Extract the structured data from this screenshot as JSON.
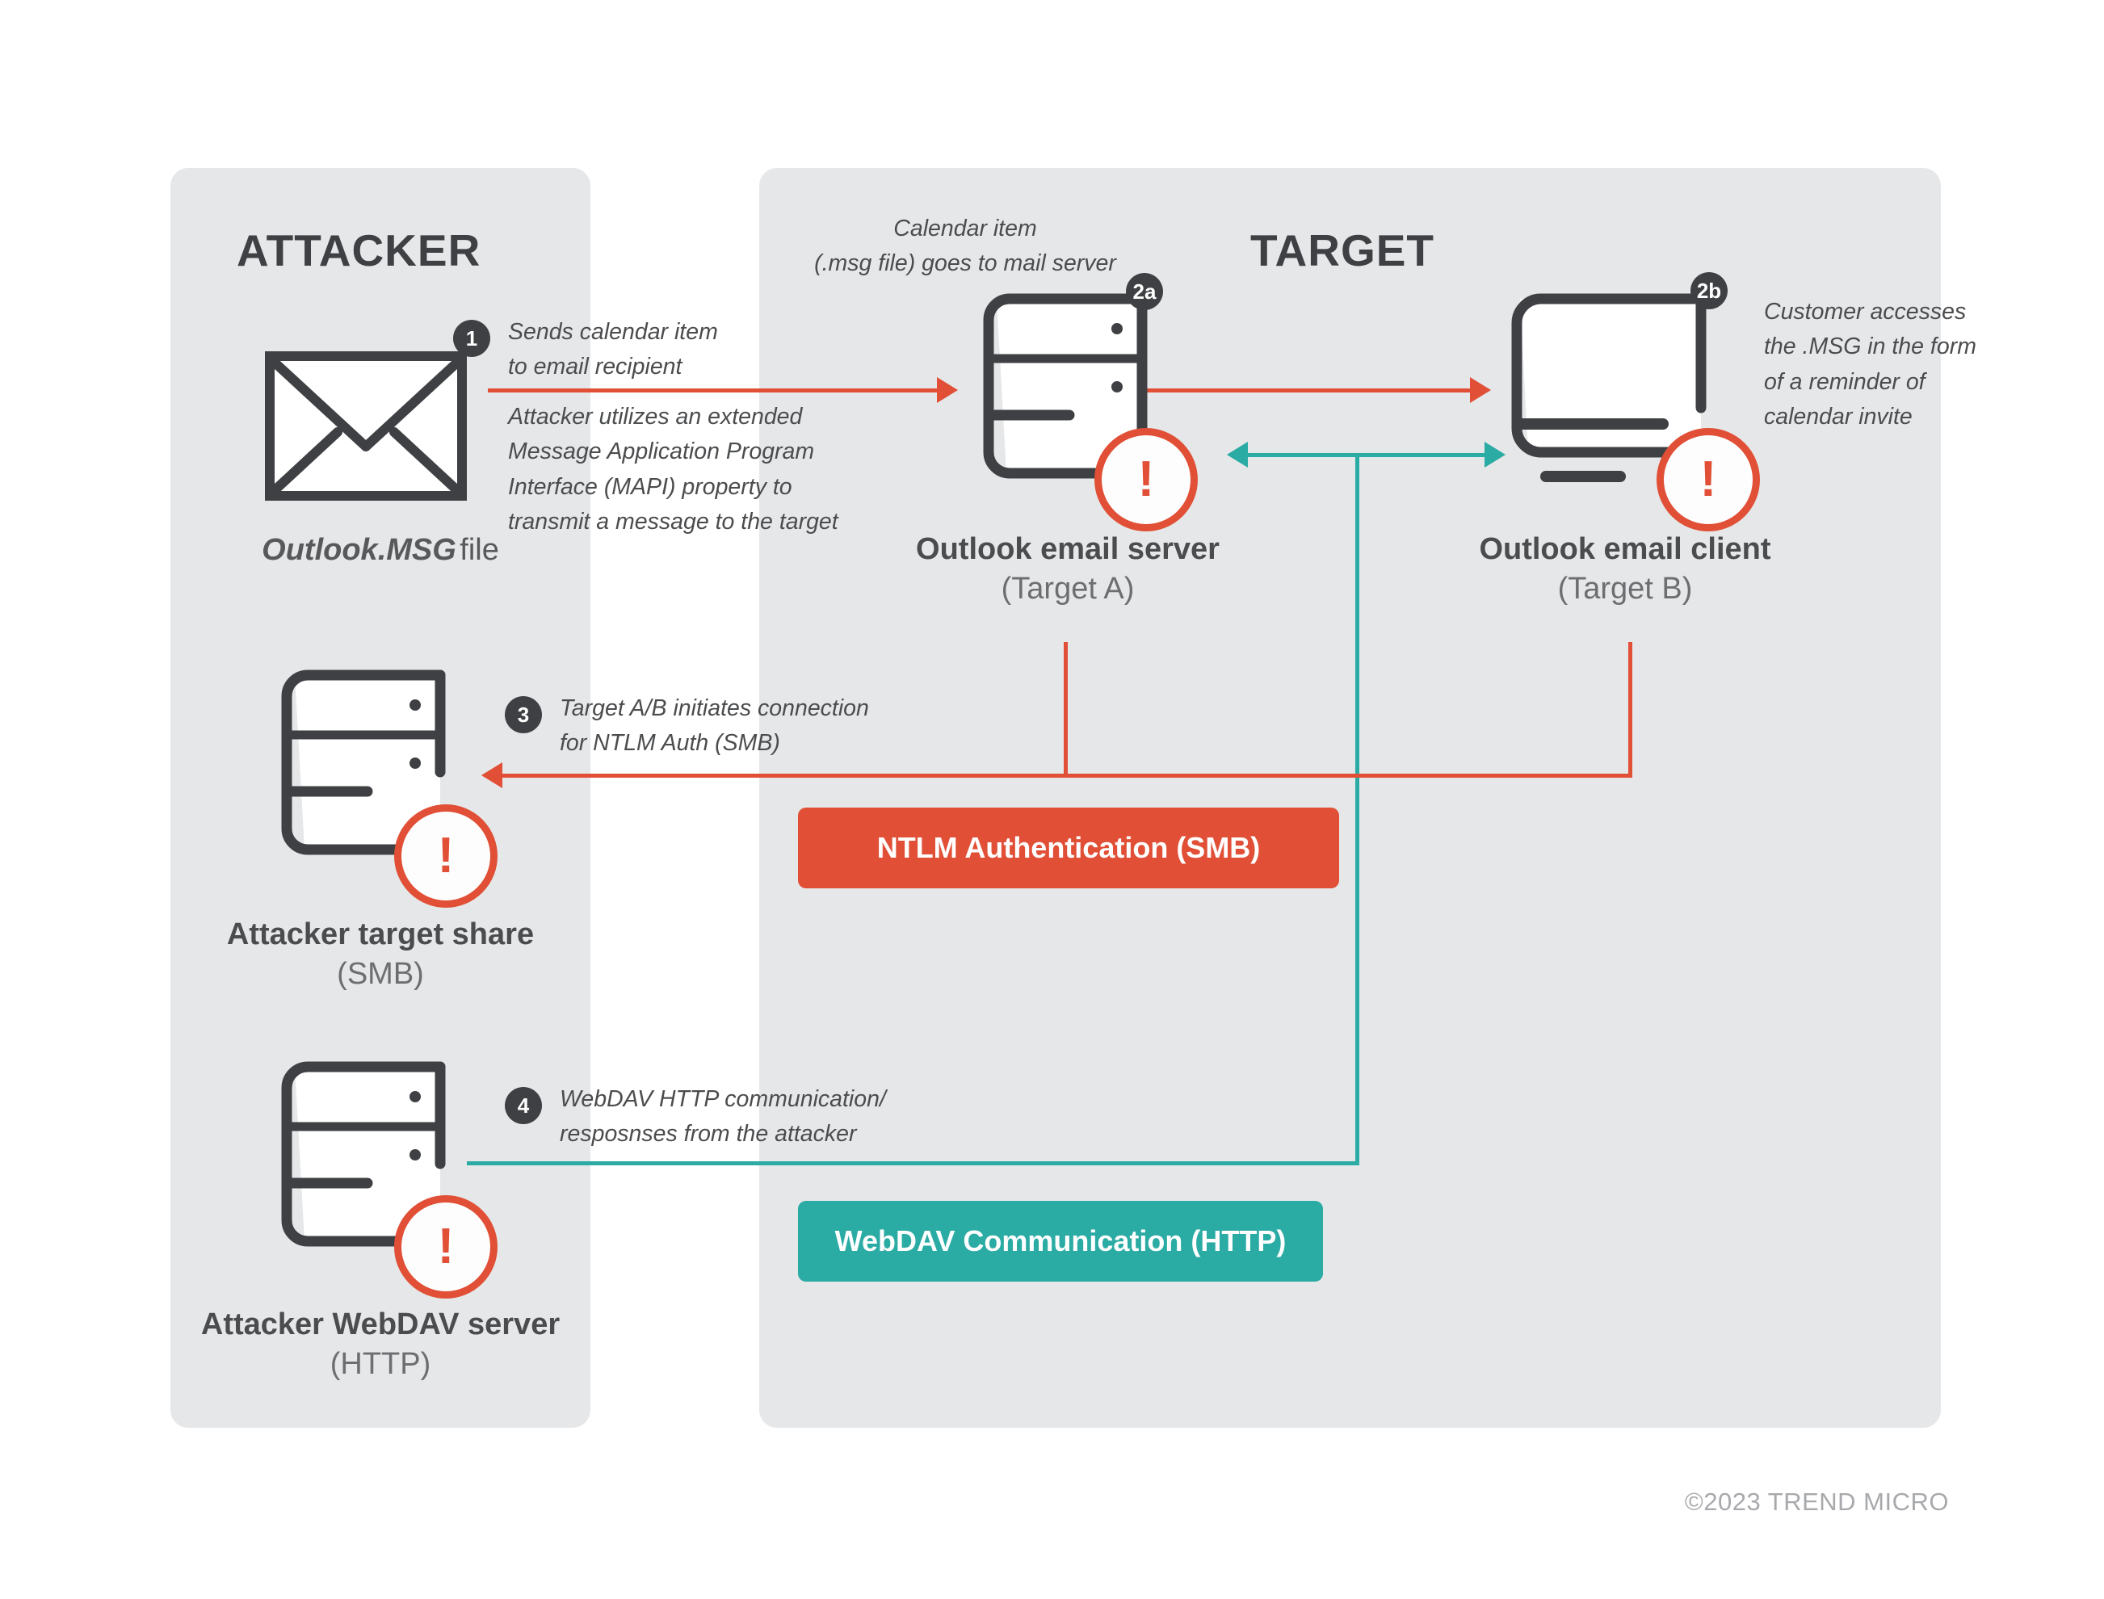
{
  "zones": {
    "attacker": {
      "title": "ATTACKER"
    },
    "target": {
      "title": "TARGET"
    }
  },
  "nodes": [
    {
      "id": "outlook-msg-file",
      "label_line1": "Outlook.MSG",
      "label_line2": "file",
      "icon": "envelope-icon"
    },
    {
      "id": "outlook-email-server",
      "label_line1": "Outlook email server",
      "label_line2": "(Target A)",
      "icon": "server-icon"
    },
    {
      "id": "outlook-email-client",
      "label_line1": "Outlook email client",
      "label_line2": "(Target B)",
      "icon": "monitor-icon"
    },
    {
      "id": "attacker-target-share",
      "label_line1": "Attacker target share",
      "label_line2": "(SMB)",
      "icon": "server-icon"
    },
    {
      "id": "attacker-webdav-server",
      "label_line1": "Attacker WebDAV server",
      "label_line2": "(HTTP)",
      "icon": "server-icon"
    }
  ],
  "steps": {
    "one": {
      "badge": "1",
      "text": "Sends calendar item\nto email recipient"
    },
    "two_a": {
      "badge": "2a",
      "text": "Calendar item\n(.msg file) goes to mail server"
    },
    "two_b": {
      "badge": "2b",
      "text": "Customer accesses\nthe .MSG in the form\nof a reminder of\ncalendar invite"
    },
    "three": {
      "badge": "3",
      "text": "Target A/B initiates connection\nfor NTLM Auth (SMB)"
    },
    "four": {
      "badge": "4",
      "text": "WebDAV HTTP communication/\nresposnses from the attacker"
    },
    "mapi_note": {
      "text": "Attacker utilizes an extended\nMessage Application Program\nInterface (MAPI) property to\ntransmit a message to the target"
    }
  },
  "legend": [
    {
      "id": "ntlm-auth-smb",
      "label": "NTLM Authentication (SMB)",
      "color": "#E04F36"
    },
    {
      "id": "webdav-http",
      "label": "WebDAV Communication (HTTP)",
      "color": "#2AABA4"
    }
  ],
  "warning_glyph": "!",
  "footer": {
    "copyright": "©2023 TREND MICRO"
  },
  "colors": {
    "panel_bg": "#E6E7E8",
    "ink": "#3F4043",
    "orange": "#E04F36",
    "teal": "#2AABA4",
    "muted": "#6D6E71"
  }
}
